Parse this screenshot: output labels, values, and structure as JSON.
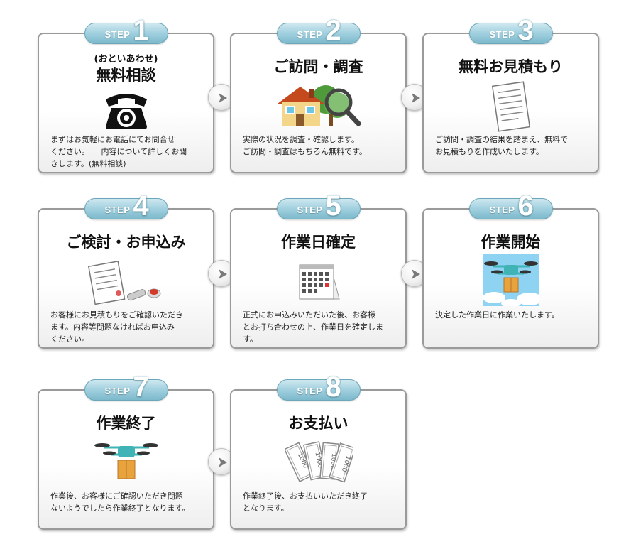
{
  "step_word": "STEP",
  "steps": [
    {
      "num": "1",
      "subtitle": "(おといあわせ)",
      "title": "無料相談",
      "icon": "telephone-icon",
      "desc": [
        "まずはお気軽にお電話にてお問合せ",
        "ください。　　内容について詳しくお聞",
        "きします。(無料相談)"
      ]
    },
    {
      "num": "2",
      "title": "ご訪問・調査",
      "icon": "house-inspection-icon",
      "desc": [
        "実際の状況を調査・確認します。",
        "ご訪問・調査はもちろん無料です。"
      ]
    },
    {
      "num": "3",
      "title": "無料お見積もり",
      "icon": "estimate-document-icon",
      "desc": [
        "ご訪問・調査の結果を踏まえ、無料で",
        "お見積もりを作成いたします。"
      ]
    },
    {
      "num": "4",
      "title": "ご検討・お申込み",
      "icon": "contract-stamp-icon",
      "desc": [
        "お客様にお見積もりをご確認いただき",
        "ます。内容等問題なければお申込み",
        "ください。"
      ]
    },
    {
      "num": "5",
      "title": "作業日確定",
      "icon": "calendar-icon",
      "desc": [
        "正式にお申込みいただいた後、お客様",
        "とお打ち合わせの上、作業日を確定しま",
        "す。"
      ]
    },
    {
      "num": "6",
      "title": "作業開始",
      "icon": "drone-sky-icon",
      "desc": [
        "決定した作業日に作業いたします。"
      ]
    },
    {
      "num": "7",
      "title": "作業終了",
      "icon": "drone-box-icon",
      "desc": [
        "作業後、お客様にご確認いただき問題",
        "ないようでしたら作業終了となります。"
      ]
    },
    {
      "num": "8",
      "title": "お支払い",
      "icon": "banknotes-icon",
      "desc": [
        "作業終了後、お支払いいただき終了",
        "となります。"
      ]
    }
  ],
  "banknote_value": "1000",
  "colors": {
    "badge": "#8cc3d4",
    "border": "#9a9a9a",
    "drone": "#3fb3b5",
    "box": "#e8a33d"
  }
}
